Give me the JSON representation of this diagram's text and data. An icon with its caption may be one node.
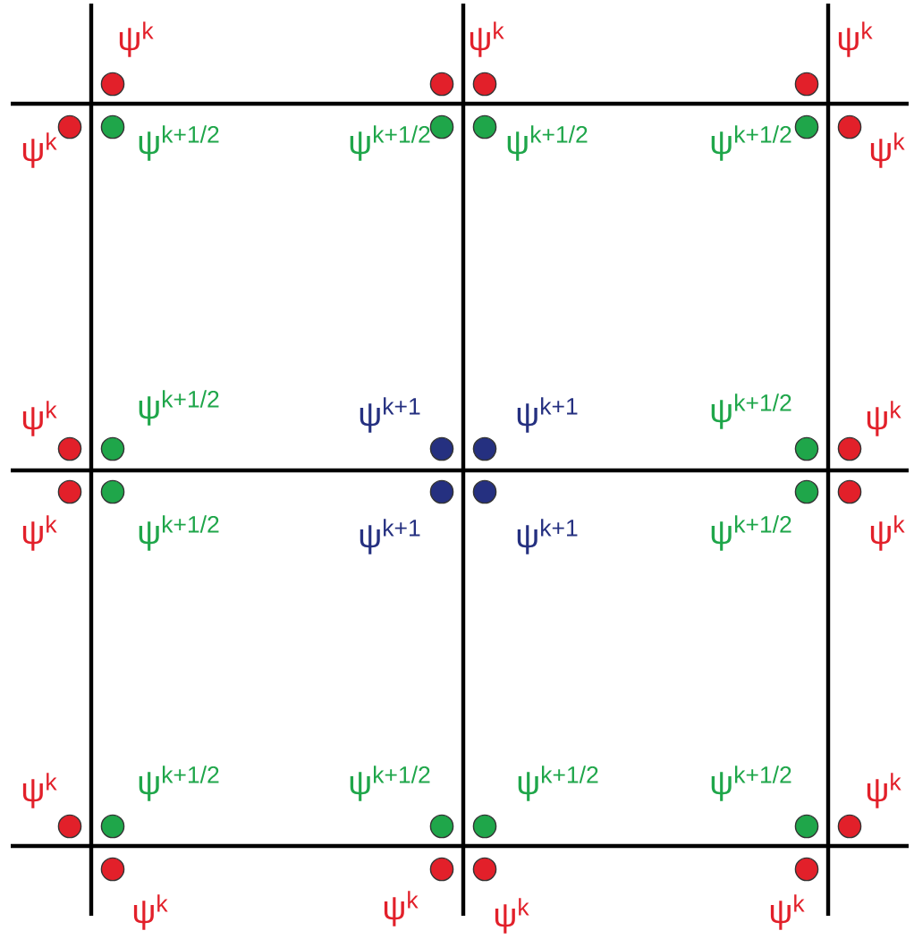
{
  "diagram": {
    "labels": [
      "ψ$^{k}$",
      "ψ$^{k}$",
      "ψ$^{k}$",
      "ψ$^{k}$",
      "ψ$^{k+1/2}$",
      "ψ$^{k+1/2}$",
      "ψ$^{k+1/2}$",
      "ψ$^{k+1/2}$",
      "ψ$^{k}$",
      "ψ$^{k}$",
      "ψ$^{k+1/2}$",
      "ψ$^{k+1}$",
      "ψ$^{k+1}$",
      "ψ$^{k+1/2}$",
      "ψ$^{k}$",
      "ψ$^{k}$",
      "ψ$^{k+1/2}$",
      "ψ$^{k+1}$",
      "ψ$^{k+1}$",
      "ψ$^{k+1/2}$",
      "ψ$^{k}$",
      "ψ$^{k}$",
      "ψ$^{k+1/2}$",
      "ψ$^{k+1/2}$",
      "ψ$^{k+1/2}$",
      "ψ$^{k+1/2}$",
      "ψ$^{k}$",
      "ψ$^{k}$",
      "ψ$^{k}$",
      "ψ$^{k}$",
      "ψ$^{k}$"
    ]
  }
}
